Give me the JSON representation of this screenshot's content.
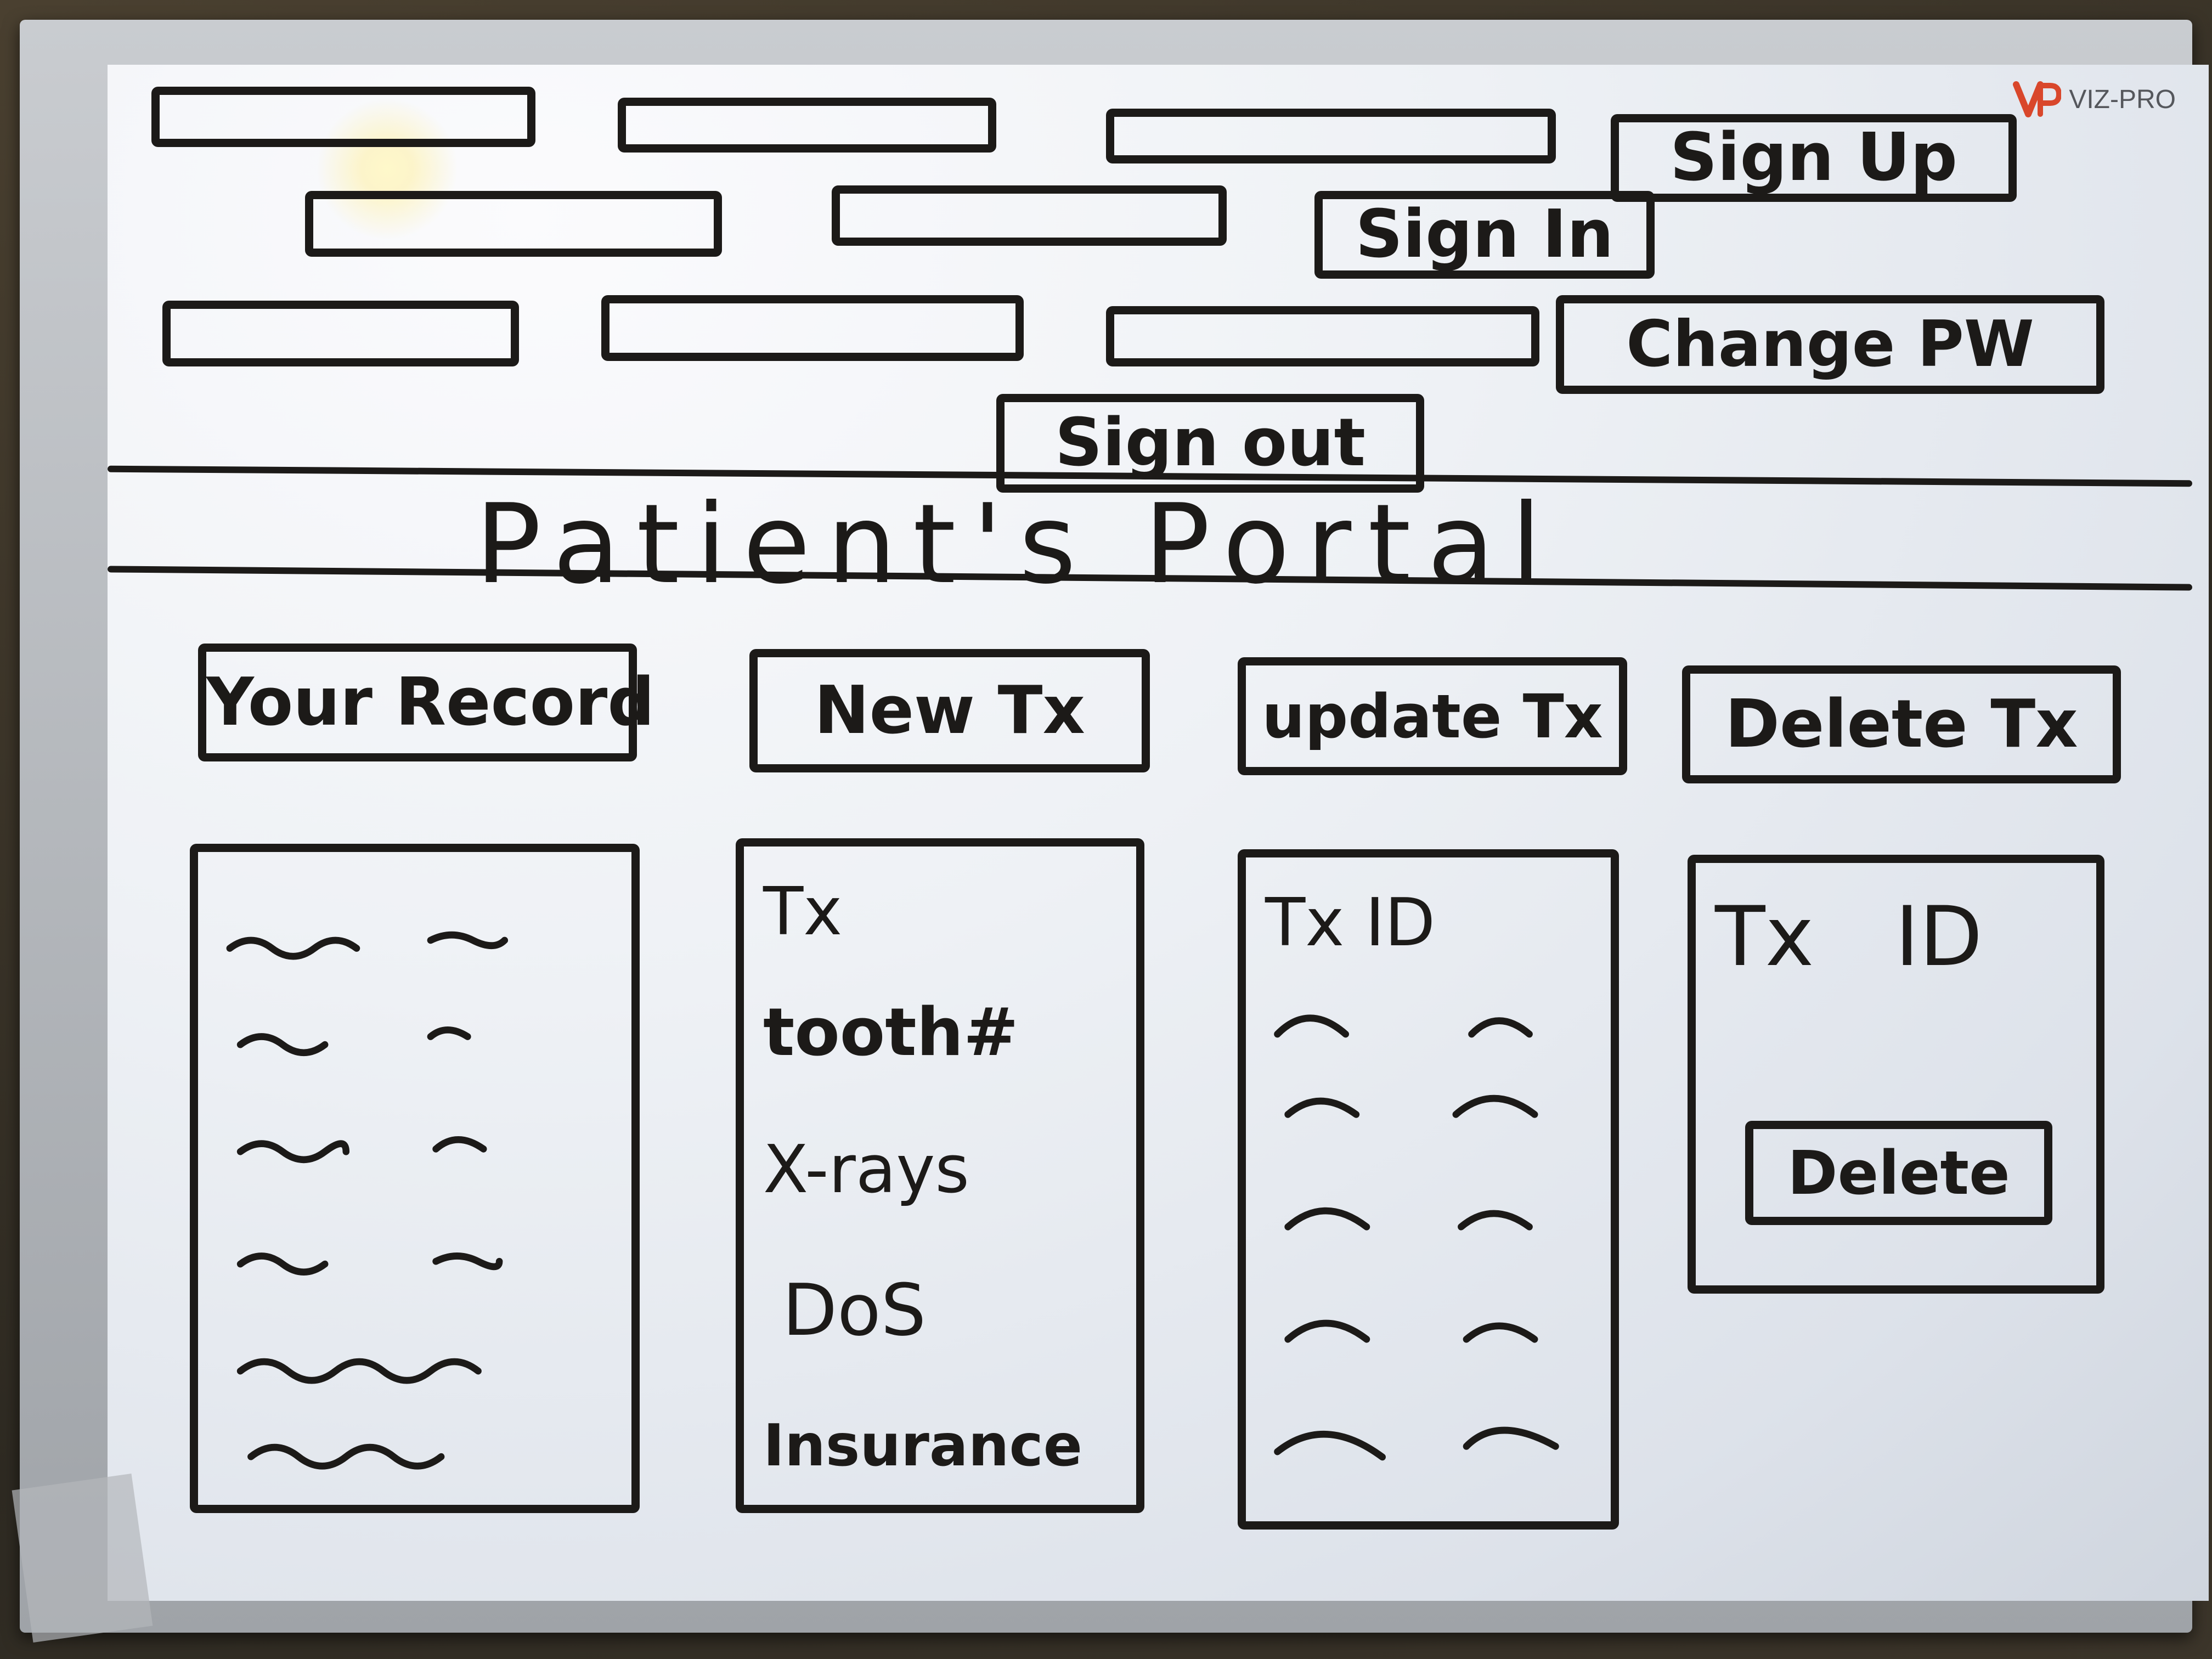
{
  "brand": {
    "name": "VIZ-PRO",
    "logo_icon": "vp-logo-icon",
    "logo_color": "#d9472b"
  },
  "header": {
    "buttons": {
      "sign_up": "Sign Up",
      "sign_in": "Sign In",
      "change_pw": "Change PW",
      "sign_out": "Sign out"
    },
    "field_rows": 3
  },
  "page": {
    "title": "Patient's Portal"
  },
  "nav": {
    "tabs": [
      {
        "label": "Your Record"
      },
      {
        "label": "New Tx"
      },
      {
        "label": "update Tx"
      },
      {
        "label": "Delete Tx"
      }
    ]
  },
  "panels": {
    "new_tx": {
      "fields": [
        "Tx",
        "tooth#",
        "X-rays",
        "DoS",
        "Insurance"
      ]
    },
    "update_tx": {
      "header": "Tx ID"
    },
    "delete_tx": {
      "header": "Tx ID",
      "button": "Delete"
    }
  },
  "colors": {
    "ink": "#1c1a18",
    "board": "#eef1f5"
  }
}
